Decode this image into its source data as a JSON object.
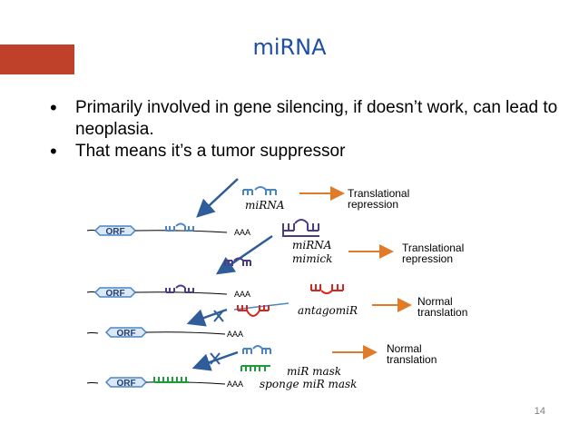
{
  "slide": {
    "title": "miRNA",
    "page_number": "14",
    "colors": {
      "accent": "#c0412a",
      "title": "#1f4fa3",
      "mirna": "#4a86c5",
      "mimick": "#4b3c86",
      "antagomir": "#d7261e",
      "sponge": "#1e9b3a",
      "arrow_orange": "#e07b2a",
      "arrow_blue": "#2e5d99"
    }
  },
  "bullets": [
    "Primarily involved in gene silencing, if doesn’t work, can lead to neoplasia.",
    "That means  it’s a tumor suppressor"
  ],
  "diagram": {
    "mrna_orf_label": "ORF",
    "polya_label": "AAA",
    "rows": [
      {
        "agent": "miRNA",
        "outcome_line1": "Translational",
        "outcome_line2": "repression"
      },
      {
        "agent_line1": "miRNA",
        "agent_line2": "mimick",
        "outcome_line1": "Translational",
        "outcome_line2": "repression"
      },
      {
        "agent": "antagomiR",
        "outcome_line1": "Normal",
        "outcome_line2": "translation"
      },
      {
        "agent_line1": "miR mask",
        "agent_line2": "sponge miR mask",
        "outcome_line1": "Normal",
        "outcome_line2": "translation"
      }
    ]
  }
}
